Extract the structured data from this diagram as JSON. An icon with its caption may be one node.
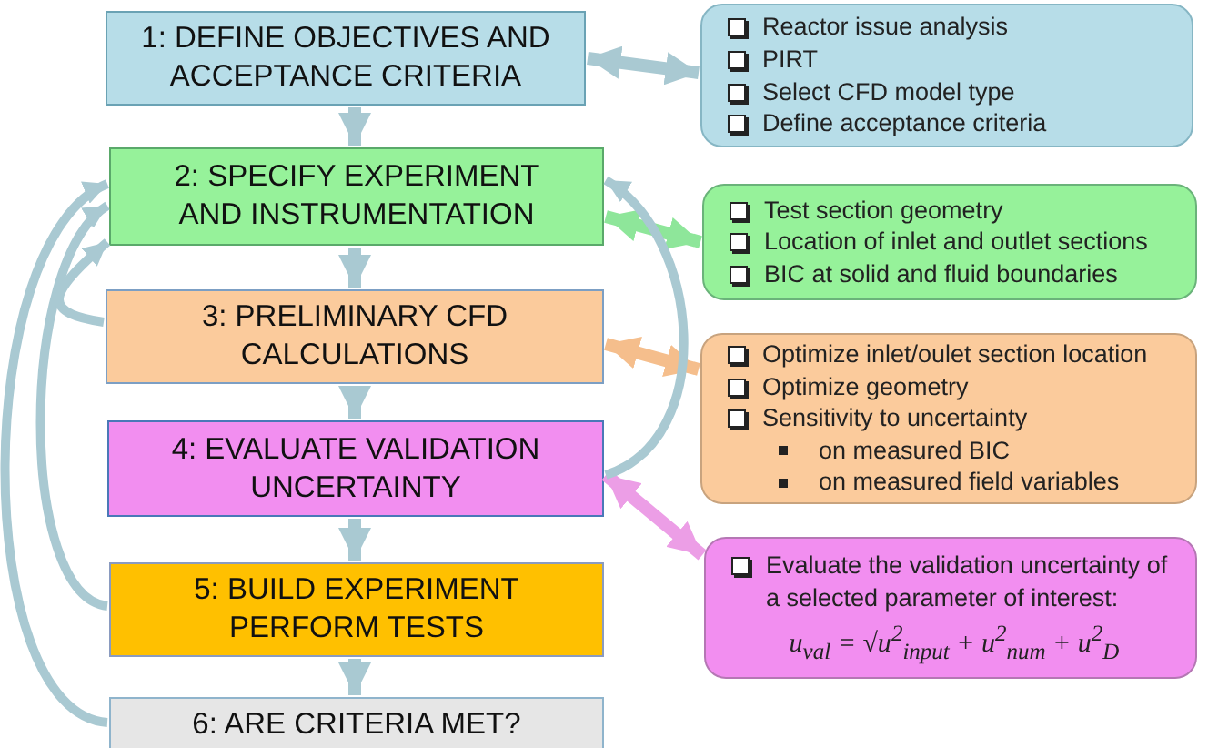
{
  "diagram": {
    "nodes": [
      {
        "text": [
          "1: DEFINE OBJECTIVES AND ACCEPTANCE CRITERIA"
        ]
      },
      {
        "text": [
          "2: SPECIFY EXPERIMENT AND INSTRUMENTATION"
        ]
      },
      {
        "text": [
          "3: PRELIMINARY CFD CALCULATIONS"
        ]
      },
      {
        "text": [
          "4: EVALUATE VALIDATION UNCERTAINTY"
        ]
      },
      {
        "text": [
          "5: BUILD EXPERIMENT PERFORM TESTS"
        ]
      },
      {
        "text": [
          "6: ARE CRITERIA MET?"
        ]
      },
      {
        "text": [
          "Reactor issue analysis",
          "PIRT",
          "Select CFD model type",
          "Define acceptance criteria"
        ]
      },
      {
        "text": [
          "Test section geometry",
          "Location of inlet and outlet sections",
          "BIC at solid and fluid boundaries"
        ]
      },
      {
        "text": [
          "Optimize inlet/oulet section location",
          "Optimize geometry",
          "Sensitivity to uncertainty",
          "on measured BIC",
          "on measured field variables"
        ]
      },
      {
        "text": [
          "Evaluate the validation uncertainty of a selected parameter of interest:",
          "u$_{val}$ = √u$^{2}$$_{input}$ + u$^{2}$$_{num}$ + u$^{2}$$_{D}$"
        ]
      }
    ],
    "edges": [
      {
        "from": 0,
        "to": 1,
        "arrow": "to"
      },
      {
        "from": 1,
        "to": 2,
        "arrow": "to"
      },
      {
        "from": 2,
        "to": 3,
        "arrow": "to"
      },
      {
        "from": 3,
        "to": 4,
        "arrow": "to"
      },
      {
        "from": 4,
        "to": 5,
        "arrow": "to"
      },
      {
        "from": 0,
        "to": 6,
        "arrow": "both"
      },
      {
        "from": 1,
        "to": 7,
        "arrow": "both",
        "color": "#8ee69a"
      },
      {
        "from": 2,
        "to": 8,
        "arrow": "both",
        "color": "#f5be8c"
      },
      {
        "from": 3,
        "to": 9,
        "arrow": "both",
        "color": "#ec9ee6"
      },
      {
        "from": 5,
        "to": 1,
        "arrow": "to"
      },
      {
        "from": 4,
        "to": 1,
        "arrow": "to"
      },
      {
        "from": 2,
        "to": 1,
        "arrow": "to"
      },
      {
        "from": 3,
        "to": 1,
        "arrow": "to"
      }
    ]
  }
}
